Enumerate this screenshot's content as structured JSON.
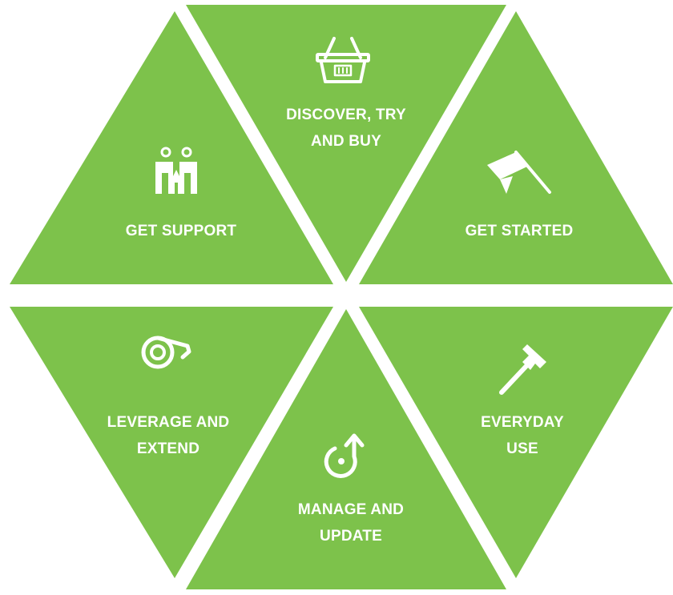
{
  "colors": {
    "segment_fill": "#7dc24b",
    "label_color": "#ffffff",
    "background": "#ffffff"
  },
  "segments": {
    "discover": {
      "line1": "DISCOVER, TRY",
      "line2": "AND BUY",
      "icon": "shopping-basket-icon"
    },
    "started": {
      "line1": "GET STARTED",
      "icon": "flag-icon"
    },
    "everyday": {
      "line1": "EVERYDAY",
      "line2": "USE",
      "icon": "hammer-icon"
    },
    "manage": {
      "line1": "MANAGE AND",
      "line2": "UPDATE",
      "icon": "refresh-arrow-icon"
    },
    "leverage": {
      "line1": "LEVERAGE AND",
      "line2": "EXTEND",
      "icon": "tape-reel-icon"
    },
    "support": {
      "line1": "GET SUPPORT",
      "icon": "two-people-icon"
    }
  }
}
